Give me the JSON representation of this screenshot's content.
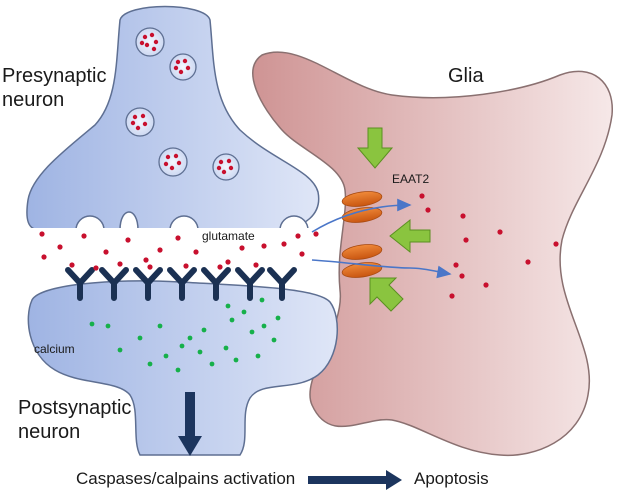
{
  "labels": {
    "presynaptic": "Presynaptic neuron",
    "presynaptic_line1": "Presynaptic",
    "presynaptic_line2": "neuron",
    "glia": "Glia",
    "eaat2": "EAAT2",
    "glutamate": "glutamate",
    "calcium": "calcium",
    "postsynaptic_line1": "Postsynaptic",
    "postsynaptic_line2": "neuron",
    "caspases": "Caspases/calpains activation",
    "apoptosis": "Apoptosis"
  },
  "colors": {
    "neuron_fill_dark": "#9fb4e3",
    "neuron_fill_light": "#dfe6f7",
    "neuron_stroke": "#5e6f92",
    "glia_fill_dark": "#c98f8f",
    "glia_fill_light": "#f4e4e4",
    "glia_stroke": "#8a7070",
    "glutamate_dot": "#c8102e",
    "calcium_dot": "#16b04a",
    "receptor": "#1b3153",
    "transporter": "#e06a1c",
    "green_arrow": "#8ac43f",
    "dark_arrow": "#1c355e",
    "blue_arrow": "#4a76c8"
  }
}
